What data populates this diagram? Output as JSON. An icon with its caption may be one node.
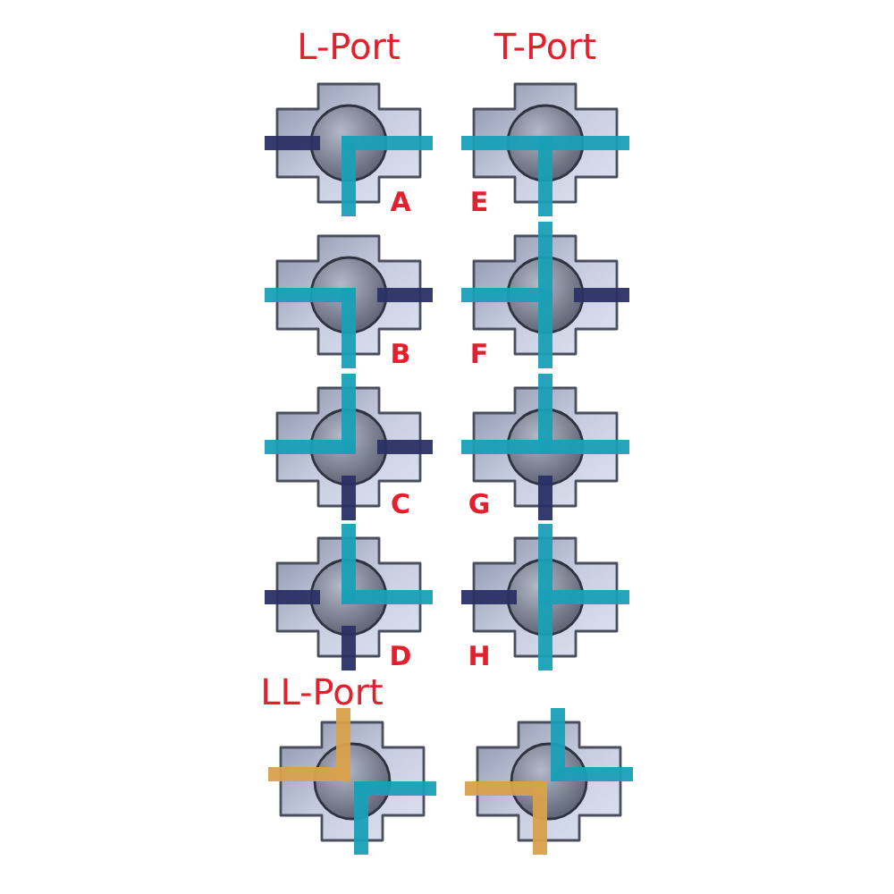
{
  "diagram": {
    "labels": [
      "L-Port",
      "T-Port",
      "A",
      "E",
      "B",
      "F",
      "C",
      "G",
      "D",
      "H",
      "LL-Port"
    ]
  }
}
